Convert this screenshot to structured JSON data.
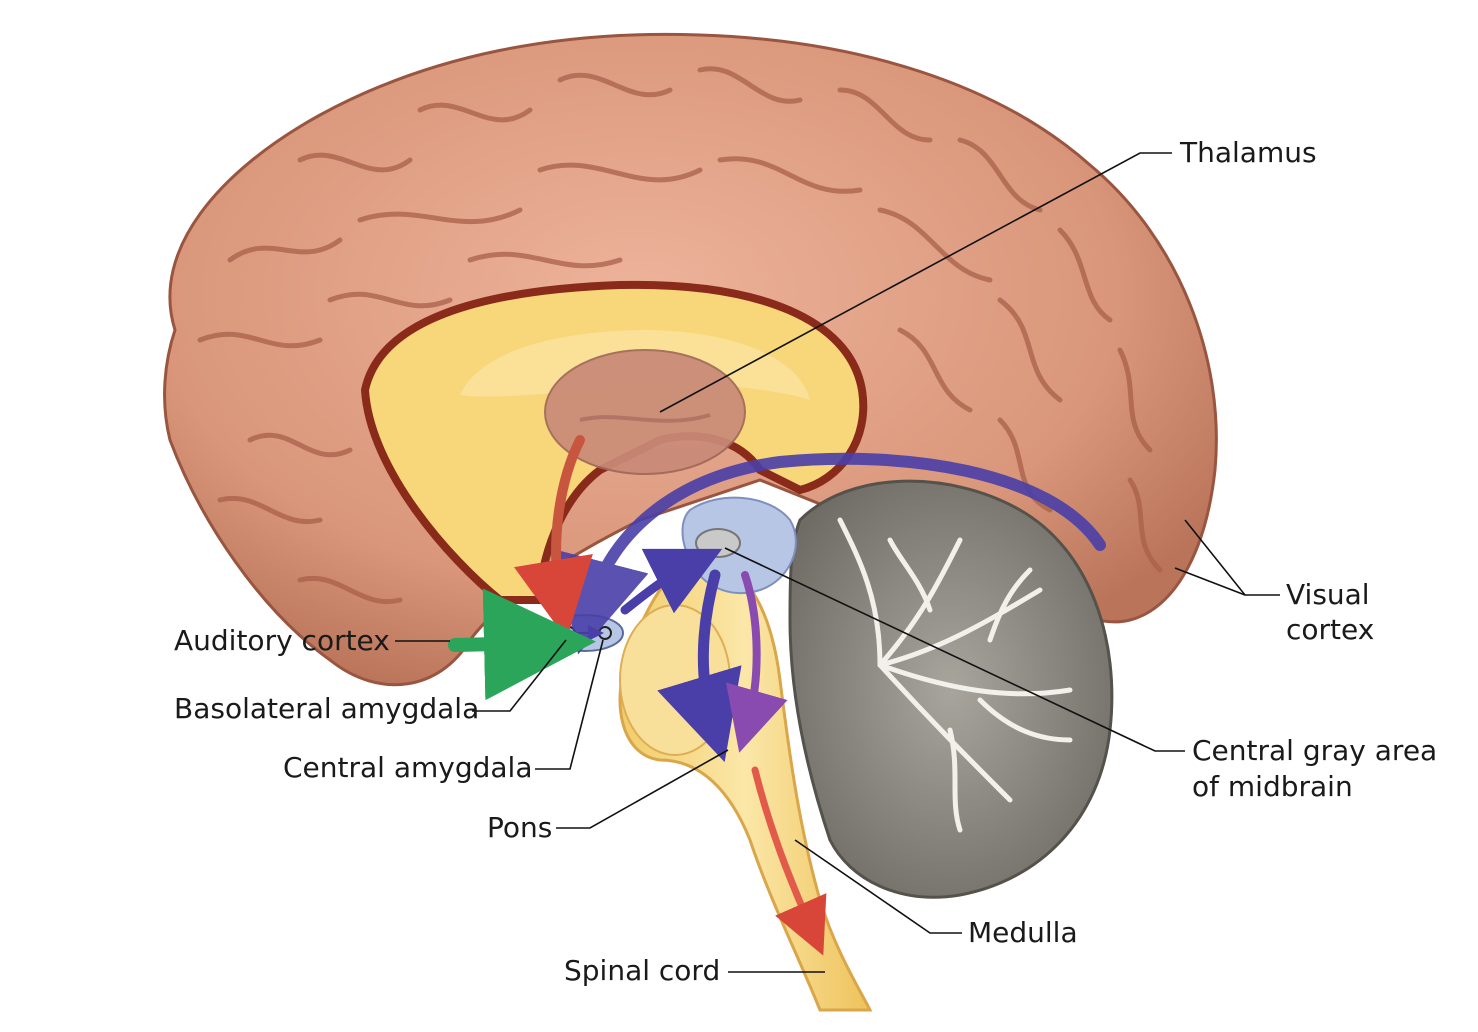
{
  "labels": {
    "thalamus": "Thalamus",
    "visual_cortex_line1": "Visual",
    "visual_cortex_line2": "cortex",
    "auditory_cortex": "Auditory cortex",
    "basolateral_amygdala": "Basolateral amygdala",
    "central_amygdala": "Central amygdala",
    "central_gray_line1": "Central gray area",
    "central_gray_line2": "of midbrain",
    "pons": "Pons",
    "medulla": "Medulla",
    "spinal_cord": "Spinal cord"
  },
  "colors": {
    "cortex": "#d9967a",
    "cortex_dark": "#a9604a",
    "white_matter": "#f7d77a",
    "thalamus": "#c98a78",
    "cerebellum": "#8c8a84",
    "brainstem": "#f6dc8e",
    "blue_arrow": "#4a3fa8",
    "purple_arrow": "#8a4bb0",
    "red_arrow": "#d8463a",
    "green_arrow": "#2aa55a",
    "amygdala": "#b8c6e6"
  }
}
